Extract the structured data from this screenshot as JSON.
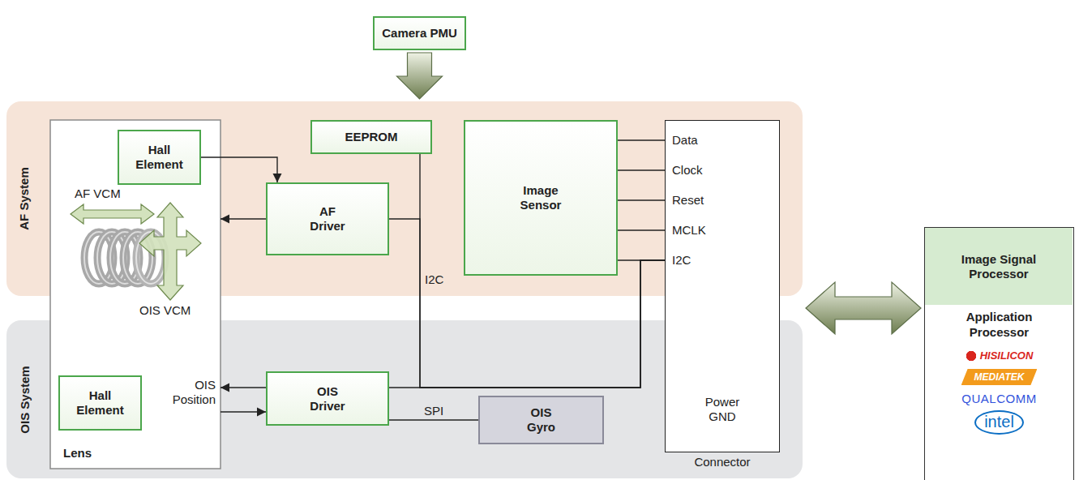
{
  "diagram": {
    "nodes": [
      {
        "text": [
          "Camera PMU"
        ]
      },
      {
        "text": [
          "AF System"
        ]
      },
      {
        "text": [
          "OIS System"
        ]
      },
      {
        "text": [
          "Lens"
        ]
      },
      {
        "text": [
          "Hall Element"
        ],
        "in": 3
      },
      {
        "text": [
          "Hall Element"
        ],
        "in": 3
      },
      {
        "text": [
          "EEPROM"
        ],
        "in": 1
      },
      {
        "text": [
          "AF Driver"
        ],
        "in": 1
      },
      {
        "text": [
          "Image Sensor"
        ],
        "in": 1
      },
      {
        "text": [
          "Data",
          "Clock",
          "Reset",
          "MCLK",
          "I2C",
          "Power GND",
          "Connector"
        ]
      },
      {
        "text": [
          "OIS Driver"
        ],
        "in": 2
      },
      {
        "text": [
          "OIS Gyro"
        ],
        "in": 2
      },
      {
        "text": [
          "Application Processor",
          "HISILICON",
          "MEDIATEK",
          "QUALCOMM",
          "intel"
        ]
      },
      {
        "text": [
          "Image Signal Processor"
        ],
        "in": 12
      }
    ],
    "edges": [
      {
        "from": 0,
        "to": 1,
        "arrow": "to"
      },
      {
        "from": 4,
        "to": 7,
        "arrow": "to"
      },
      {
        "from": 7,
        "to": 3,
        "arrow": "to"
      },
      {
        "from": 6,
        "to": 9,
        "label": "I2C",
        "arrow": "none"
      },
      {
        "from": 7,
        "to": 9,
        "arrow": "none"
      },
      {
        "from": 10,
        "to": 9,
        "arrow": "none"
      },
      {
        "from": 8,
        "to": 9,
        "arrow": "none"
      },
      {
        "from": 8,
        "to": 9,
        "arrow": "none"
      },
      {
        "from": 8,
        "to": 9,
        "arrow": "none"
      },
      {
        "from": 8,
        "to": 9,
        "arrow": "none"
      },
      {
        "from": 8,
        "to": 9,
        "arrow": "none"
      },
      {
        "from": 10,
        "to": 3,
        "arrow": "to"
      },
      {
        "from": 3,
        "to": 10,
        "arrow": "to"
      },
      {
        "from": 10,
        "to": 11,
        "label": "SPI",
        "arrow": "none"
      },
      {
        "from": 1,
        "to": 12,
        "arrow": "both"
      }
    ],
    "labels": [
      "AF VCM",
      "OIS VCM",
      "OIS Position"
    ]
  }
}
